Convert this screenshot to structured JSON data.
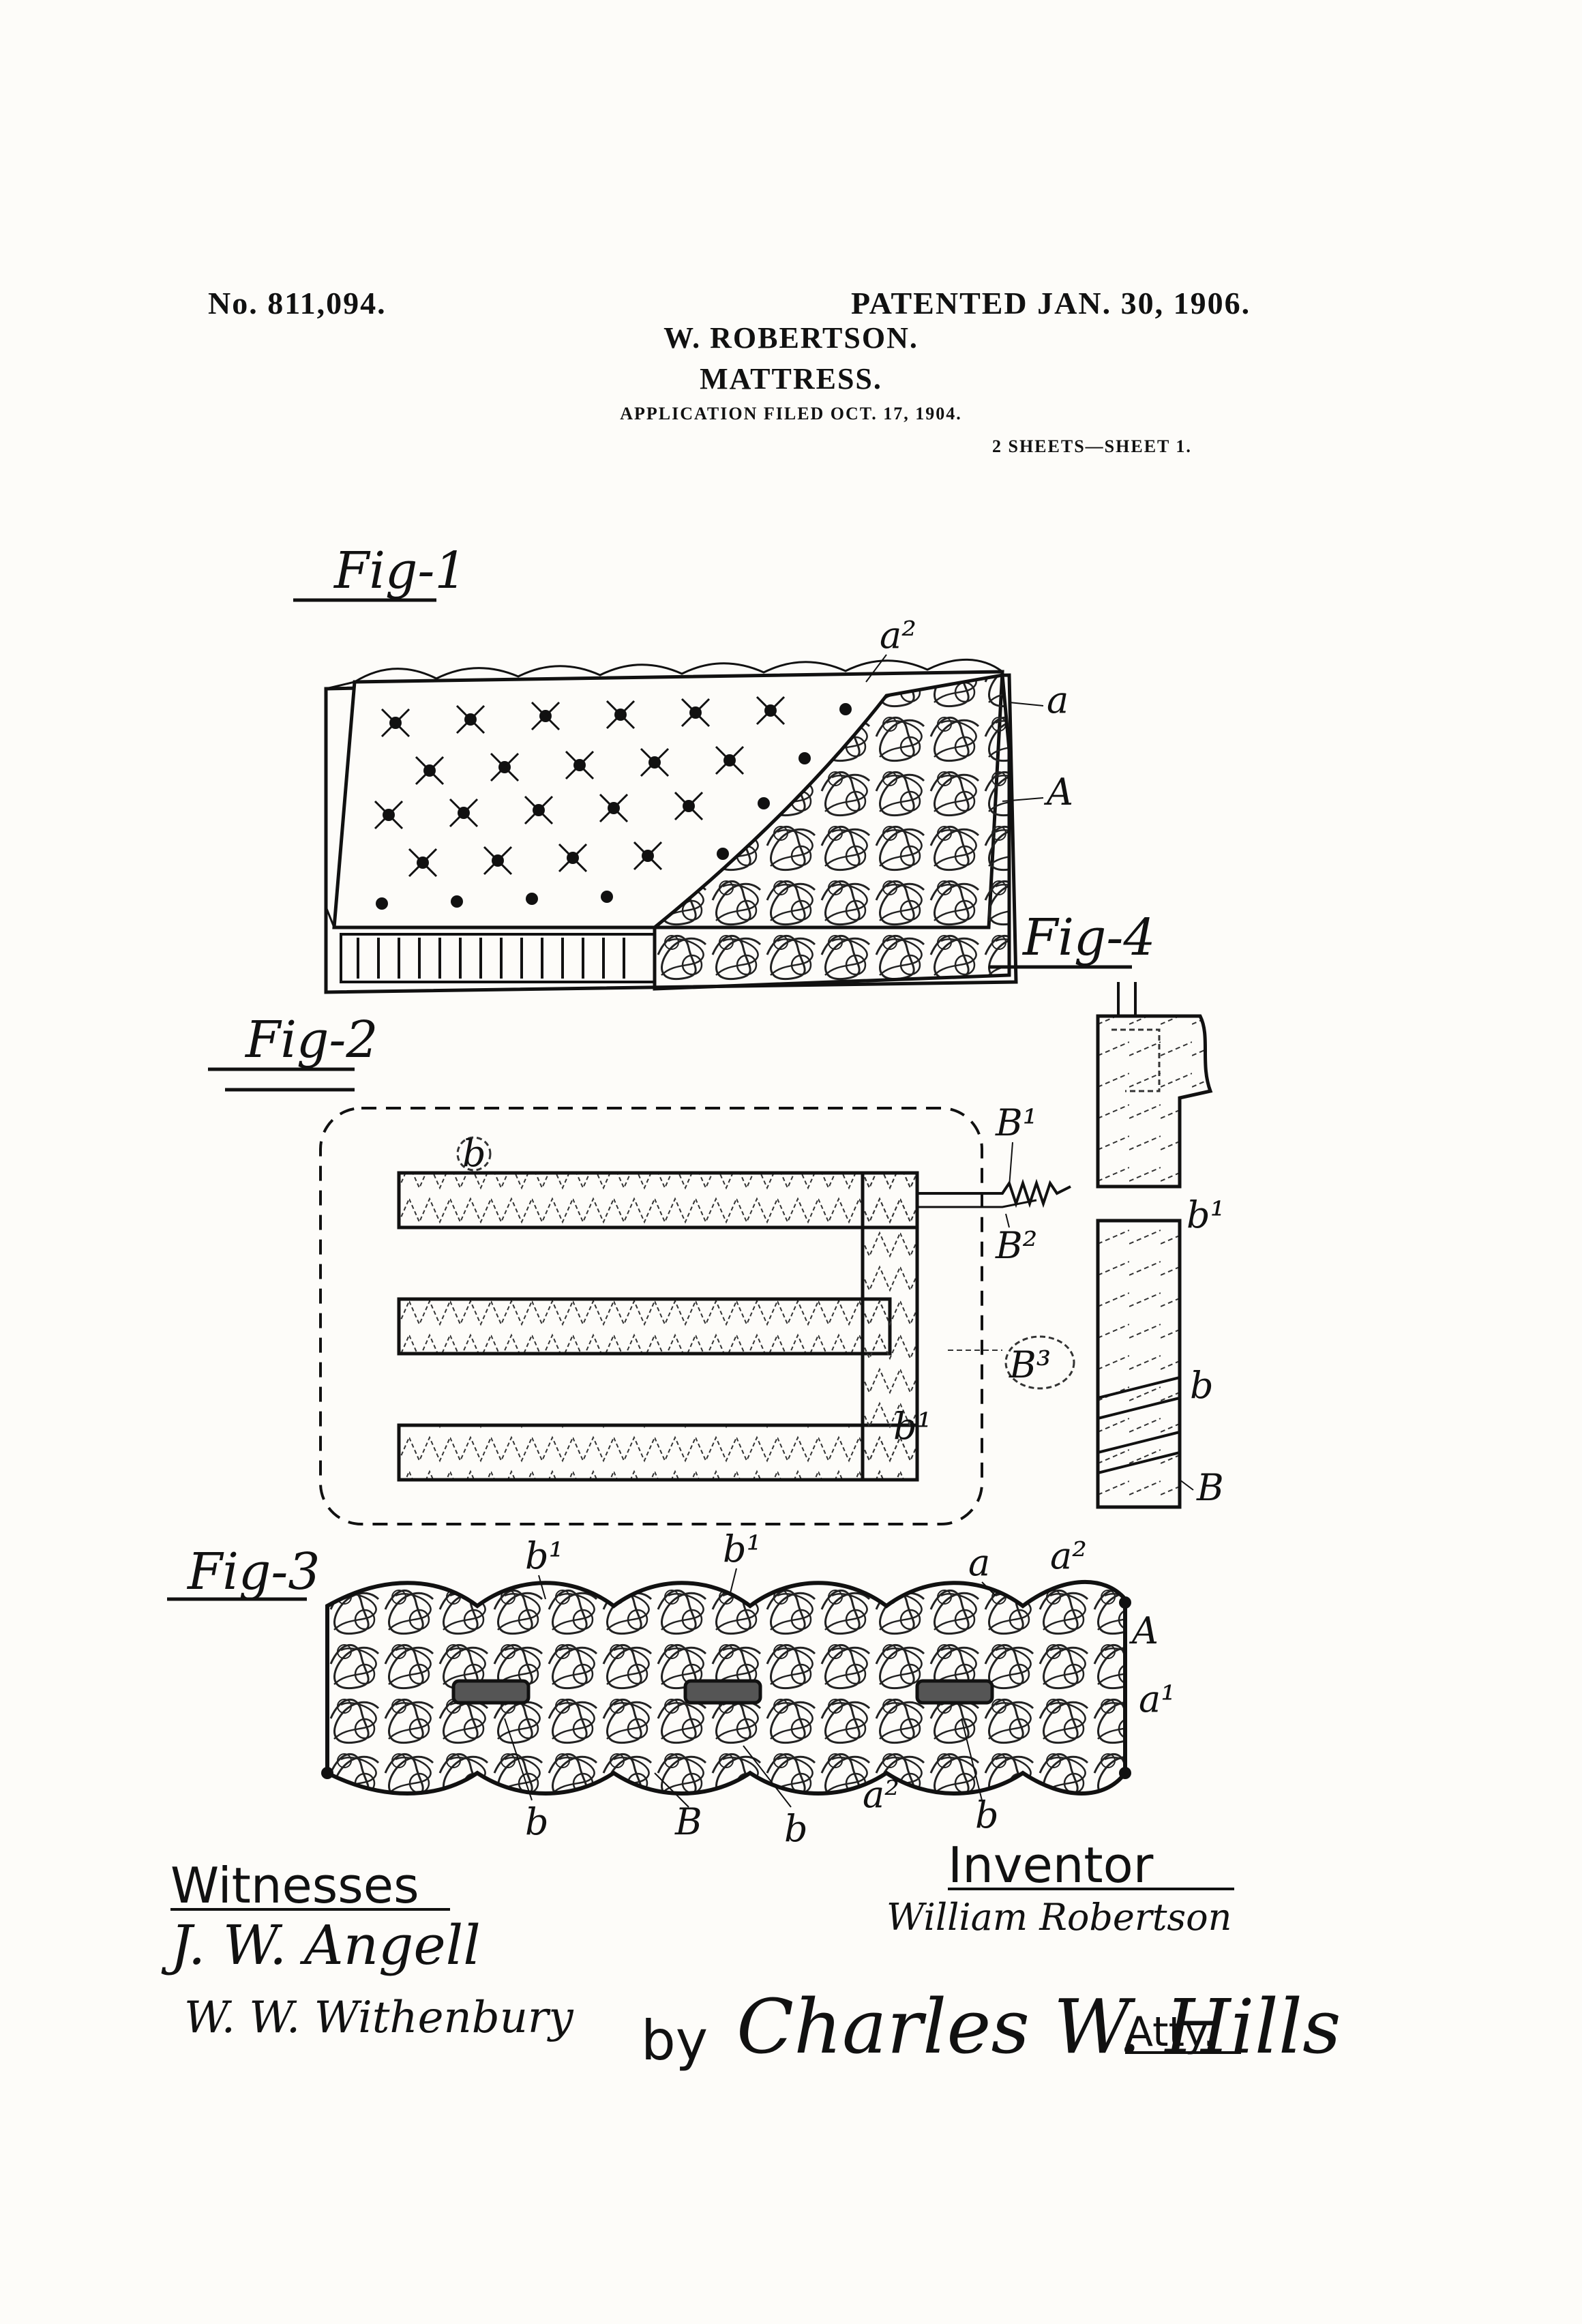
{
  "header": {
    "patent_number": "No. 811,094.",
    "patent_date": "PATENTED JAN. 30, 1906.",
    "inventor": "W. ROBERTSON.",
    "title": "MATTRESS.",
    "application": "APPLICATION FILED OCT. 17, 1904.",
    "sheet": "2 SHEETS—SHEET 1."
  },
  "figures": {
    "fig1": "Fig-1",
    "fig2": "Fig-2",
    "fig3": "Fig-3",
    "fig4": "Fig-4"
  },
  "labels": {
    "a": "a",
    "a1": "a¹",
    "a2": "a²",
    "A": "A",
    "b": "b",
    "b1": "b¹",
    "B": "B",
    "B1": "B¹",
    "B2": "B²",
    "B3": "B³"
  },
  "signatures": {
    "witnesses_heading": "Witnesses",
    "witness_1": "J. W. Angell",
    "witness_2": "W. W. Withenbury",
    "inventor_heading": "Inventor",
    "inventor_name": "William Robertson",
    "by": "by",
    "attorney": "Charles W. Hills",
    "atty": "Atty."
  }
}
